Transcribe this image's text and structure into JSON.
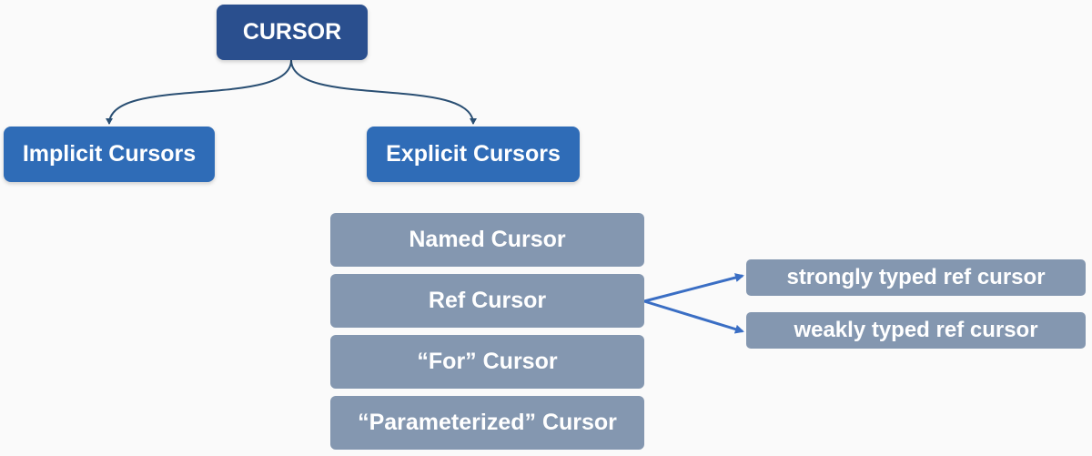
{
  "root": {
    "label": "CURSOR"
  },
  "branches": [
    {
      "label": "Implicit Cursors"
    },
    {
      "label": "Explicit Cursors"
    }
  ],
  "explicit_types": [
    {
      "label": "Named Cursor"
    },
    {
      "label": "Ref Cursor"
    },
    {
      "label": "“For” Cursor"
    },
    {
      "label": "“Parameterized” Cursor"
    }
  ],
  "ref_cursor_types": [
    {
      "label": "strongly typed ref cursor"
    },
    {
      "label": "weakly typed ref cursor"
    }
  ],
  "colors": {
    "background": "#fafafa",
    "root_fill": "#2a4f8e",
    "branch_fill": "#2f6cb7",
    "subtype_fill": "#8497b0",
    "text": "#ffffff",
    "root_connector": "#2a4f73",
    "ref_connector": "#3a6ec4"
  }
}
